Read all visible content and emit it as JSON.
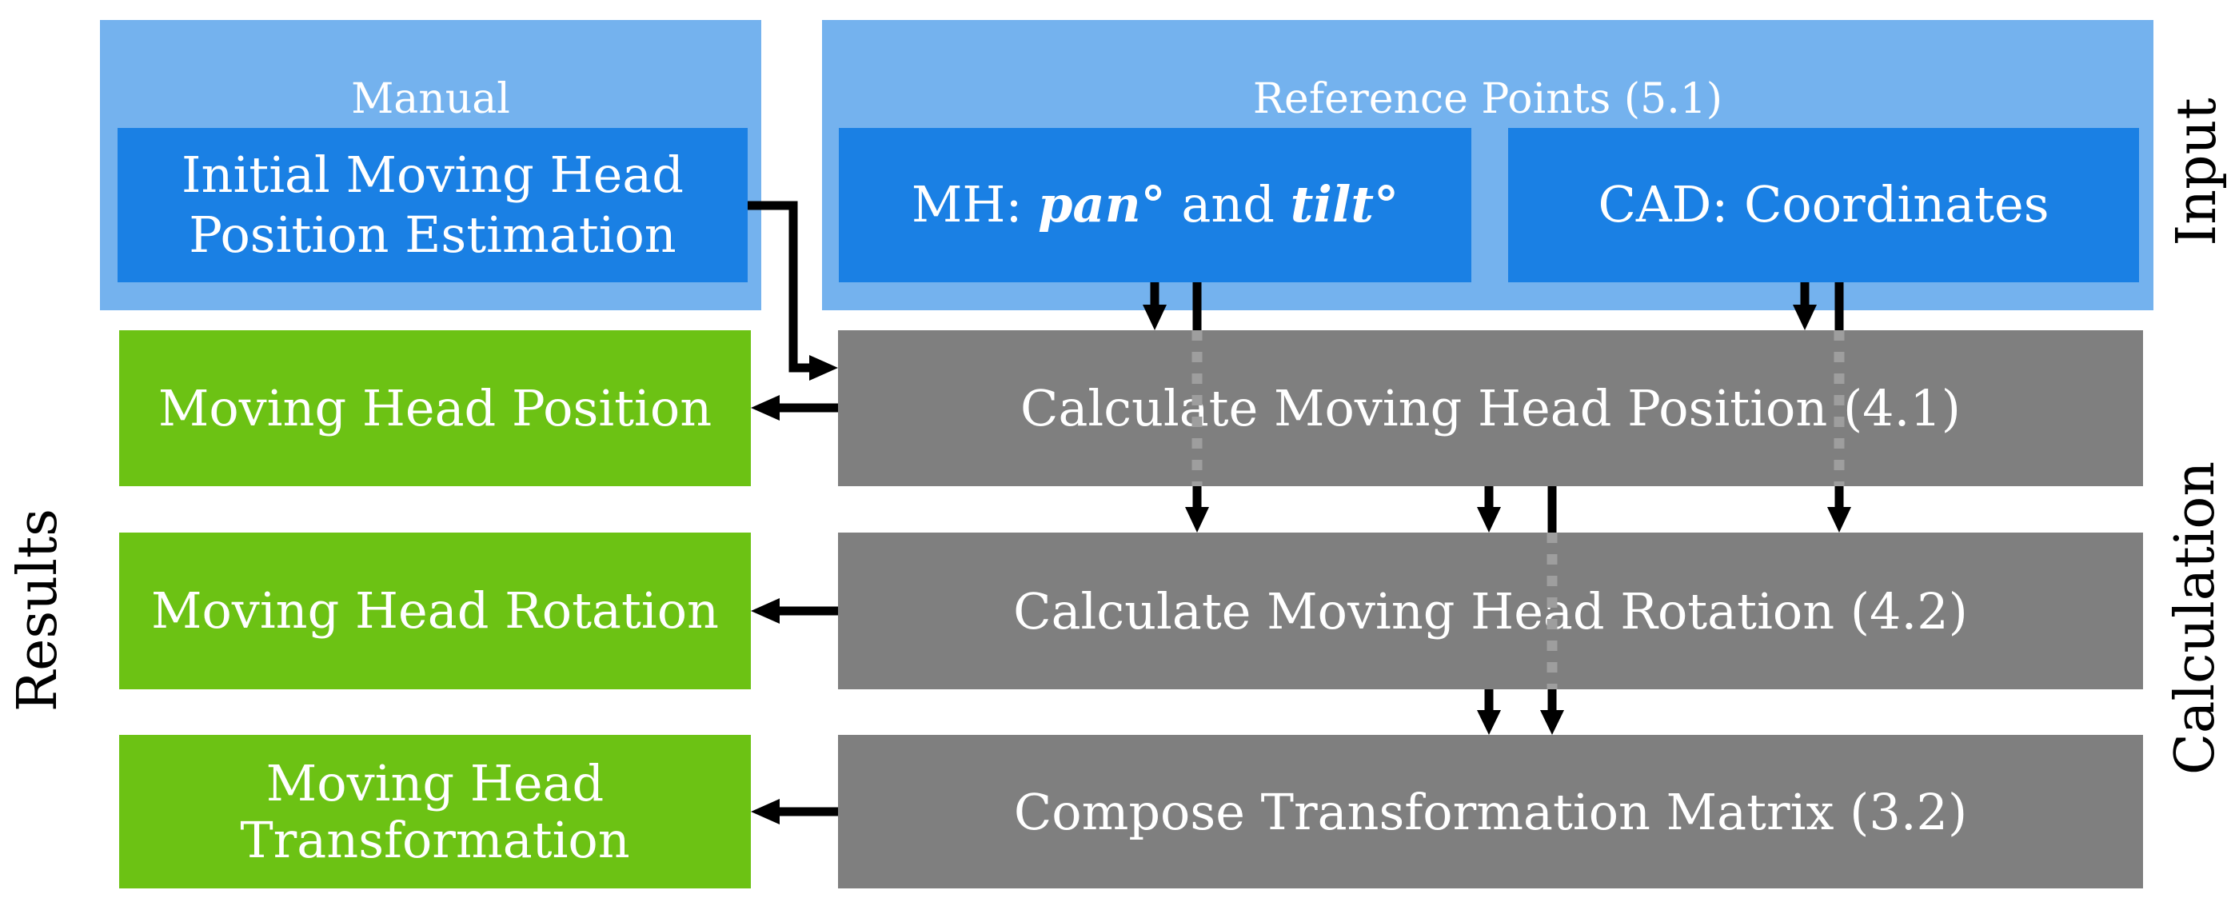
{
  "side_labels": {
    "input": "Input",
    "calculation": "Calculation",
    "results": "Results"
  },
  "input_section": {
    "manual": {
      "title": "Manual",
      "lines": [
        "Initial Moving Head",
        "Position Estimation"
      ]
    },
    "reference": {
      "title": "Reference Points (5.1)",
      "mh": {
        "prefix": "MH: ",
        "pan": "pan°",
        "and": " and ",
        "tilt": "tilt°"
      },
      "cad": "CAD: Coordinates"
    }
  },
  "calculation_section": {
    "steps": [
      "Calculate Moving Head Position (4.1)",
      "Calculate Moving Head Rotation (4.2)",
      "Compose Transformation Matrix (3.2)"
    ]
  },
  "results_section": {
    "items": [
      [
        "Moving Head Position"
      ],
      [
        "Moving Head Rotation"
      ],
      [
        "Moving Head",
        "Transformation"
      ]
    ]
  },
  "colors": {
    "light_blue": "#74b2ee",
    "dark_blue": "#1a80e4",
    "green": "#6cc214",
    "gray_box": "#7f7f7f",
    "dash_gray": "#9e9e9e",
    "arrow_black": "#000000",
    "box_text": "#ffffff",
    "label_text": "#000000"
  }
}
